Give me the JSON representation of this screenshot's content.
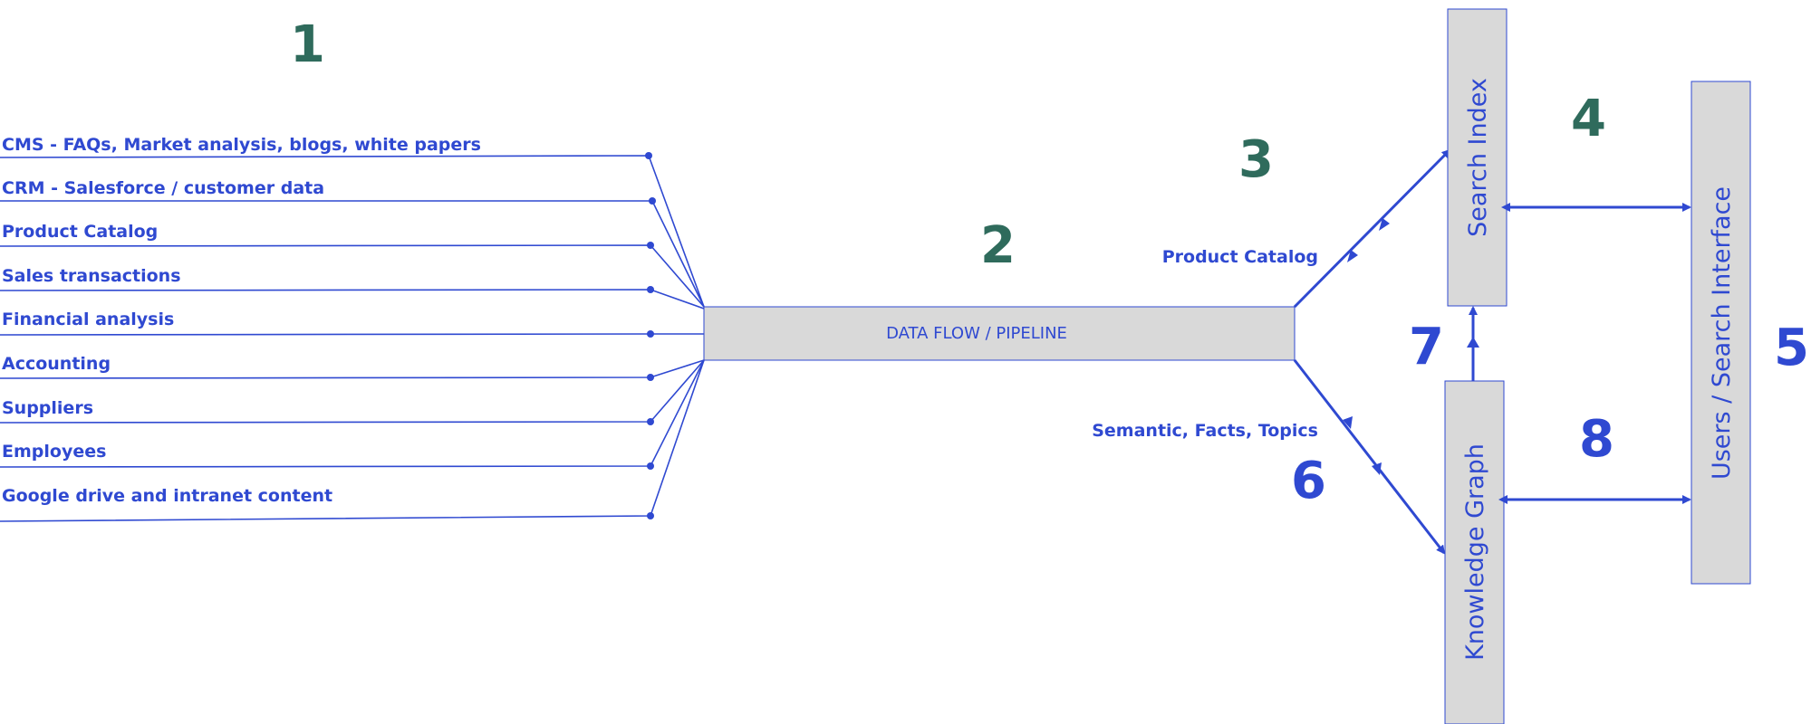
{
  "step_numbers": {
    "n1": "1",
    "n2": "2",
    "n3": "3",
    "n4": "4",
    "n5": "5",
    "n6": "6",
    "n7": "7",
    "n8": "8"
  },
  "sources": [
    "CMS - FAQs, Market analysis, blogs, white papers",
    "CRM - Salesforce / customer data",
    "Product Catalog",
    "Sales transactions",
    "Financial analysis",
    "Accounting",
    "Suppliers",
    "Employees",
    "Google drive and intranet content"
  ],
  "pipeline": {
    "label": "DATA FLOW / PIPELINE"
  },
  "edges": {
    "to_search_index": "Product Catalog",
    "to_knowledge_graph": "Semantic, Facts, Topics"
  },
  "boxes": {
    "search_index": "Search Index",
    "knowledge_graph": "Knowledge Graph",
    "users_interface": "Users / Search Interface"
  },
  "colors": {
    "primary_blue": "#2f49d1",
    "green_number": "#2f6b5c",
    "box_fill": "#d9d9d9"
  }
}
